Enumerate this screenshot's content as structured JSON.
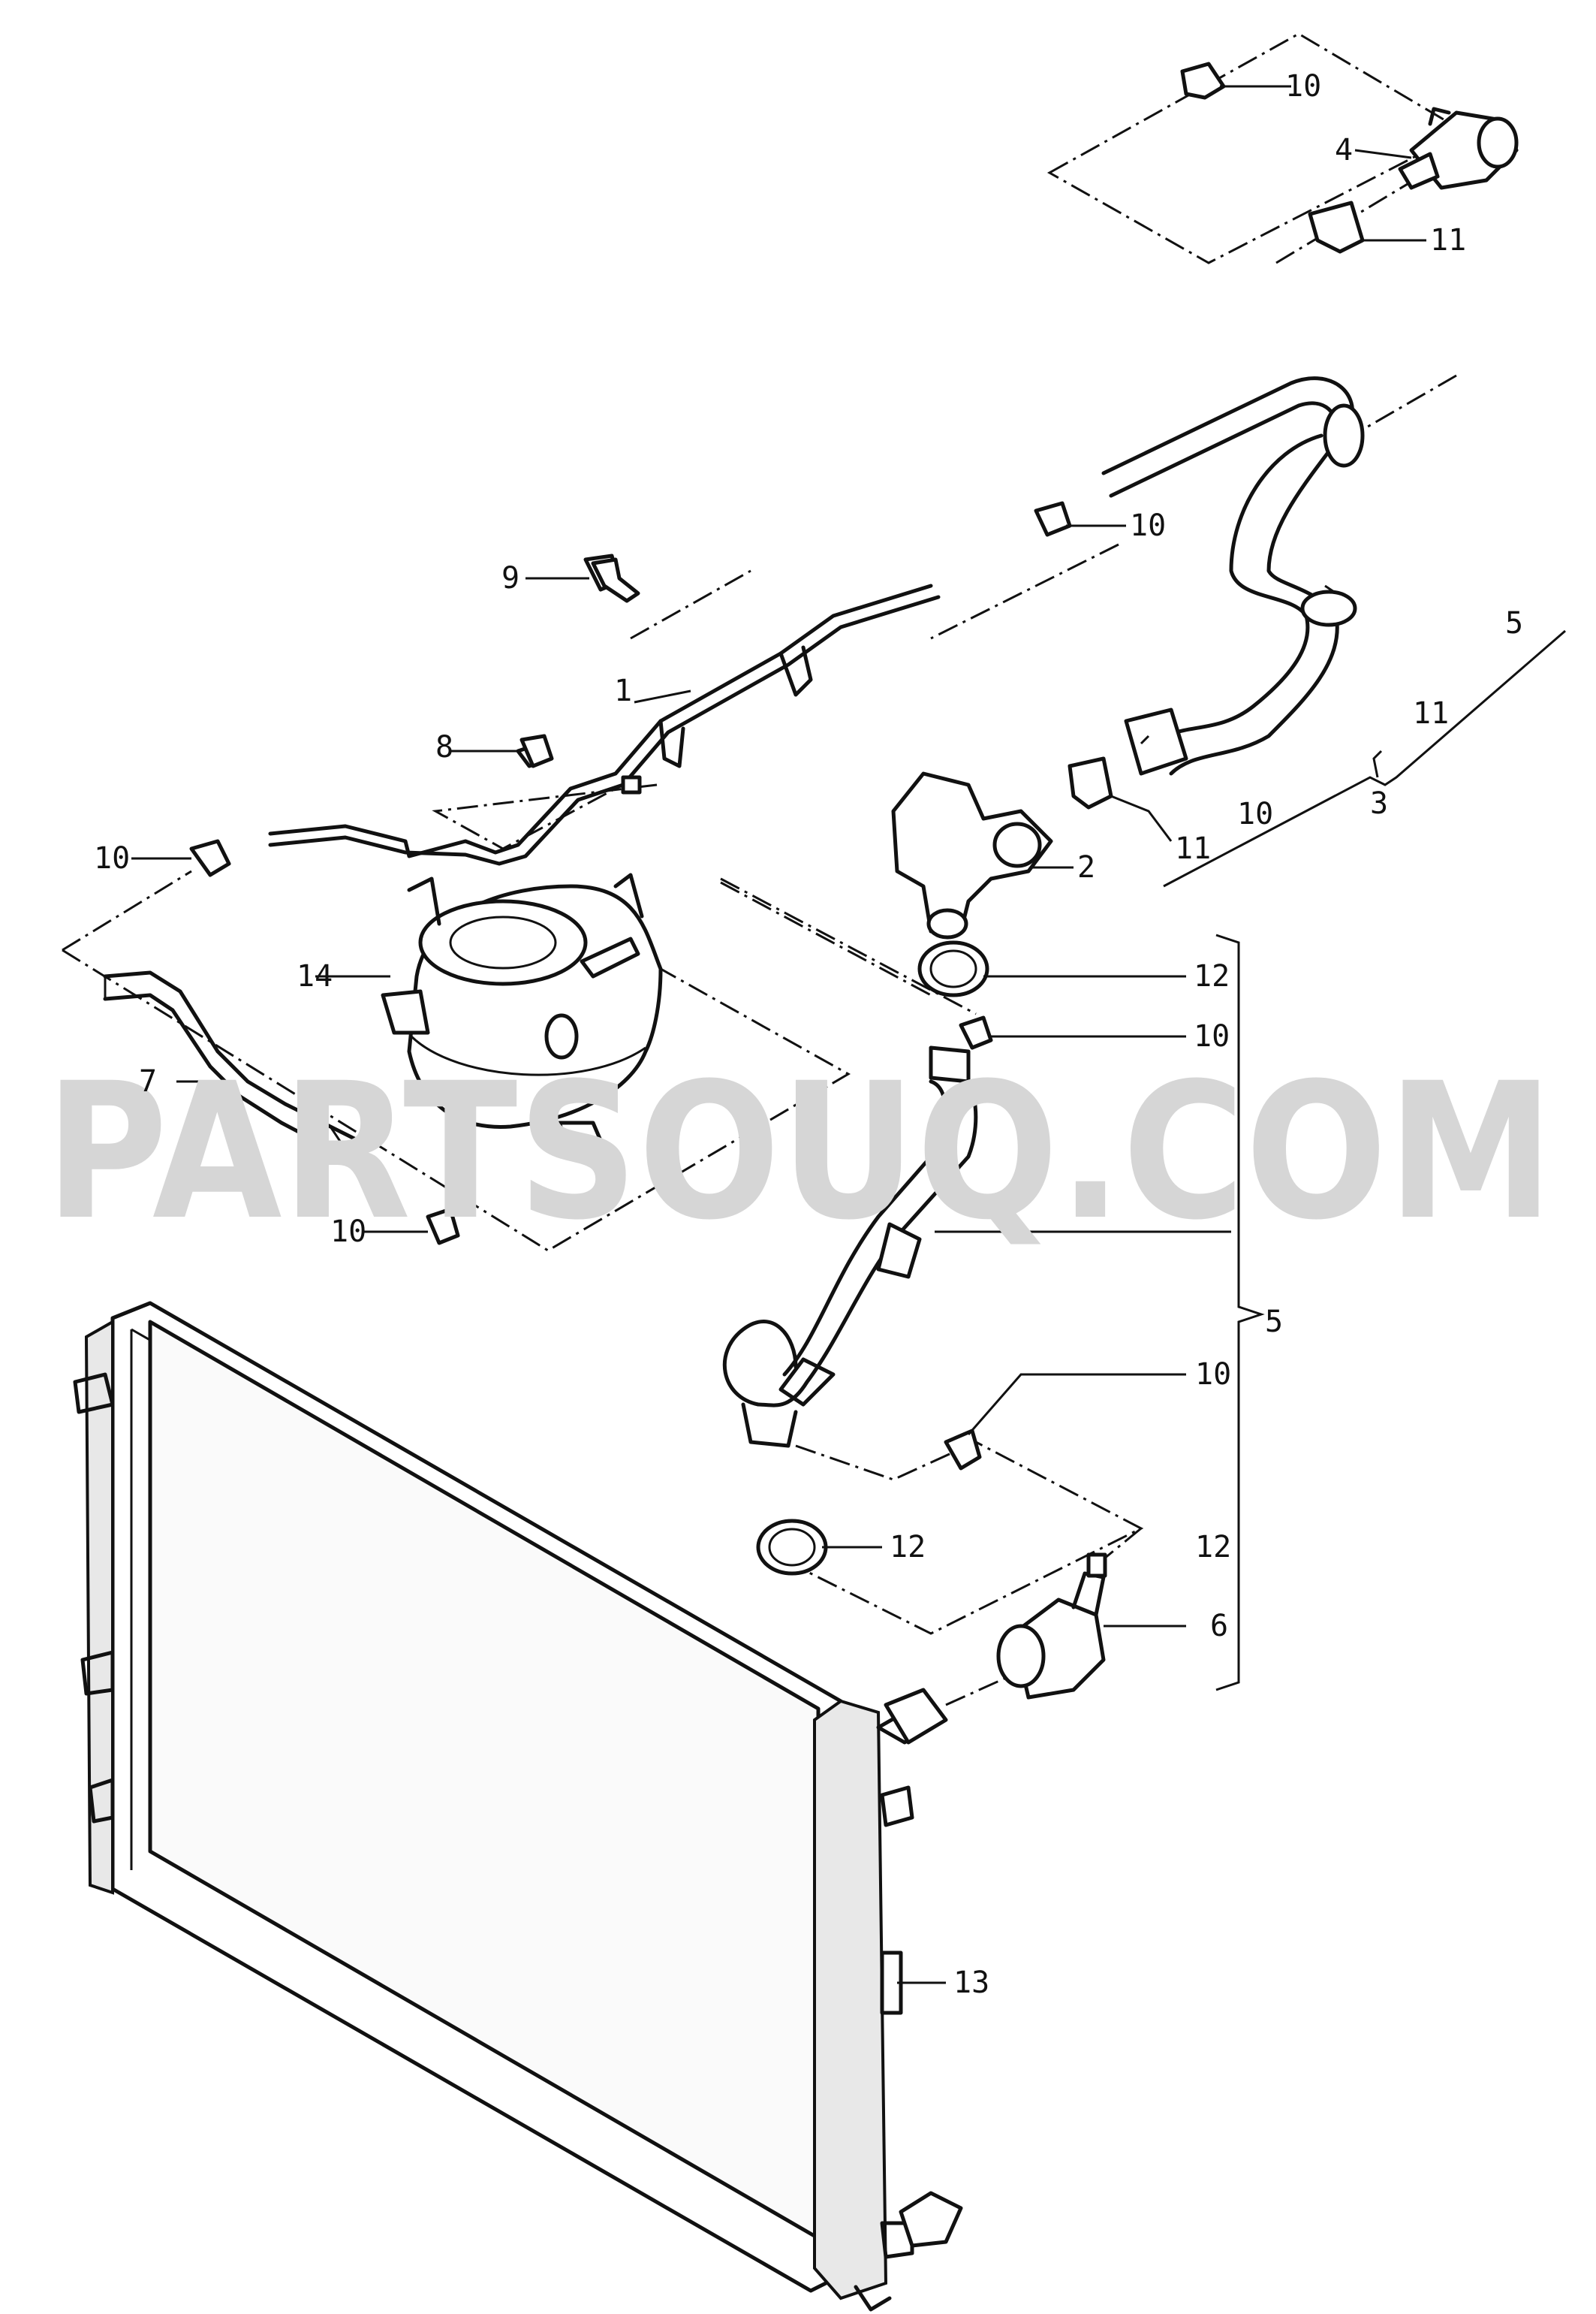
{
  "watermark": "PARTSOUQ.COM",
  "callouts": [
    {
      "id": "c-1",
      "text": "1"
    },
    {
      "id": "c-2",
      "text": "2"
    },
    {
      "id": "c-3",
      "text": "3"
    },
    {
      "id": "c-4",
      "text": "4"
    },
    {
      "id": "c-5a",
      "text": "5"
    },
    {
      "id": "c-5b",
      "text": "5"
    },
    {
      "id": "c-6",
      "text": "6"
    },
    {
      "id": "c-7",
      "text": "7"
    },
    {
      "id": "c-8",
      "text": "8"
    },
    {
      "id": "c-9",
      "text": "9"
    },
    {
      "id": "c-10a",
      "text": "10"
    },
    {
      "id": "c-10b",
      "text": "10"
    },
    {
      "id": "c-10c",
      "text": "10"
    },
    {
      "id": "c-10d",
      "text": "10"
    },
    {
      "id": "c-10e",
      "text": "10"
    },
    {
      "id": "c-10f",
      "text": "10"
    },
    {
      "id": "c-10g",
      "text": "10"
    },
    {
      "id": "c-11a",
      "text": "11"
    },
    {
      "id": "c-11b",
      "text": "11"
    },
    {
      "id": "c-11c",
      "text": "11"
    },
    {
      "id": "c-12a",
      "text": "12"
    },
    {
      "id": "c-12b",
      "text": "12"
    },
    {
      "id": "c-12c",
      "text": "12"
    },
    {
      "id": "c-13",
      "text": "13"
    },
    {
      "id": "c-14",
      "text": "14"
    }
  ]
}
